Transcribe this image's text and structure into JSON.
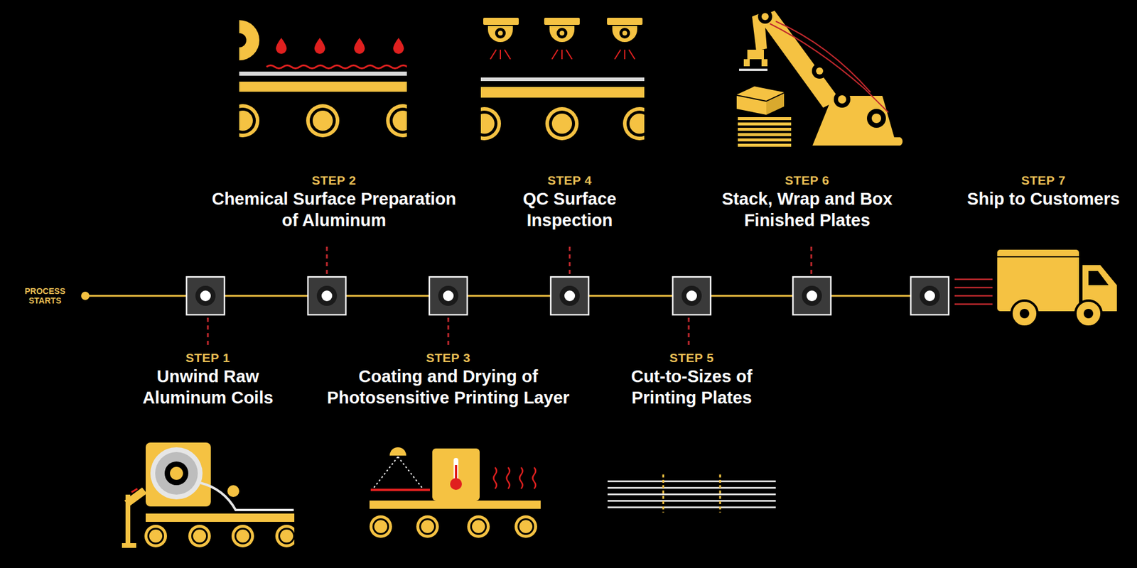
{
  "diagram": {
    "nodes": [
      {
        "text": [
          "STEP 1",
          "Unwind Raw Aluminum Coils"
        ]
      },
      {
        "text": [
          "STEP 2",
          "Chemical Surface Preparation of Aluminum"
        ]
      },
      {
        "text": [
          "STEP 3",
          "Coating and Drying of Photosensitive Printing Layer"
        ]
      },
      {
        "text": [
          "STEP 4",
          "QC Surface Inspection"
        ]
      },
      {
        "text": [
          "STEP 5",
          "Cut-to-Sizes of Printing Plates"
        ]
      },
      {
        "text": [
          "STEP 6",
          "Stack, Wrap and Box Finished Plates"
        ]
      },
      {
        "text": [
          "STEP 7",
          "Ship to Customers"
        ]
      }
    ],
    "labels": [
      "PROCESS STARTS"
    ]
  }
}
